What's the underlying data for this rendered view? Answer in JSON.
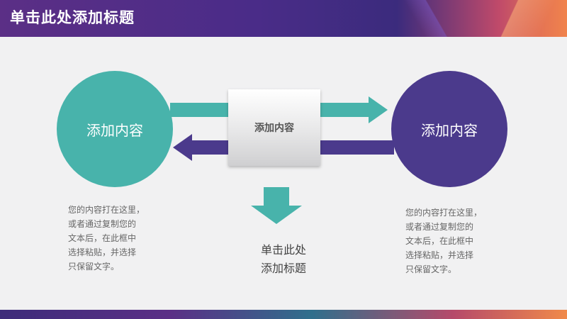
{
  "slide": {
    "title": "单击此处添加标题",
    "left_circle_label": "添加内容",
    "right_circle_label": "添加内容",
    "center_box_label": "添加内容",
    "center_title": "单击此处\n添加标题",
    "left_description": "您的内容打在这里，\n或者通过复制您的\n文本后，在此框中\n选择粘贴，并选择\n只保留文字。",
    "right_description": "您的内容打在这里，\n或者通过复制您的\n文本后，在此框中\n选择粘贴，并选择\n只保留文字。"
  },
  "colors": {
    "teal": "#48b3ab",
    "purple": "#4b3a8c",
    "header_purple": "#4a2c88",
    "accent_orange": "#f08a4a"
  }
}
